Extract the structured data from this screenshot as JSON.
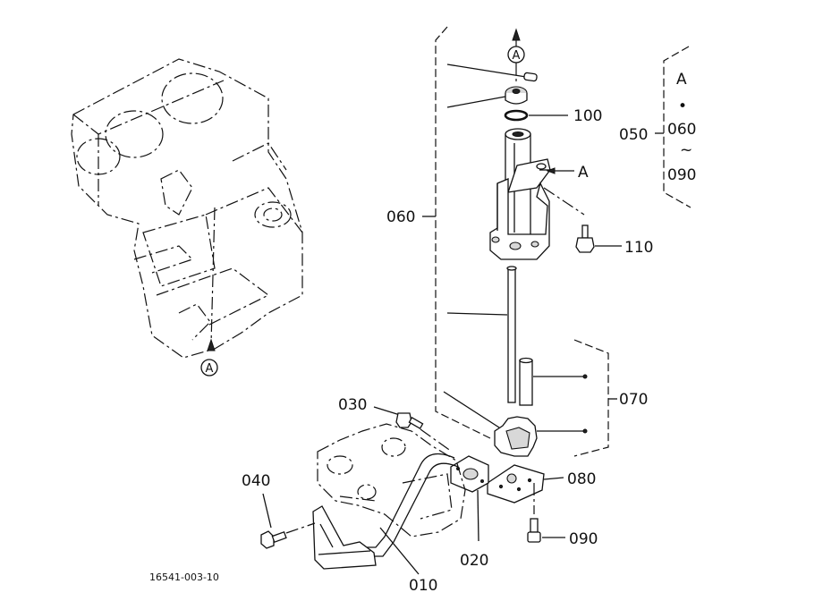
{
  "figure_ref": "16541-003-10",
  "callouts": {
    "p010": "010",
    "p020": "020",
    "p030": "030",
    "p040": "040",
    "p050": "050",
    "p060": "060",
    "p070": "070",
    "p080": "080",
    "p090": "090",
    "p100": "100",
    "p110": "110"
  },
  "markers": {
    "a_top": "A",
    "a_engine": "A",
    "a_housing": "A"
  },
  "kit_legend": {
    "marker": "A",
    "dot": "•",
    "from": "060",
    "tilde": "~",
    "to": "090"
  }
}
